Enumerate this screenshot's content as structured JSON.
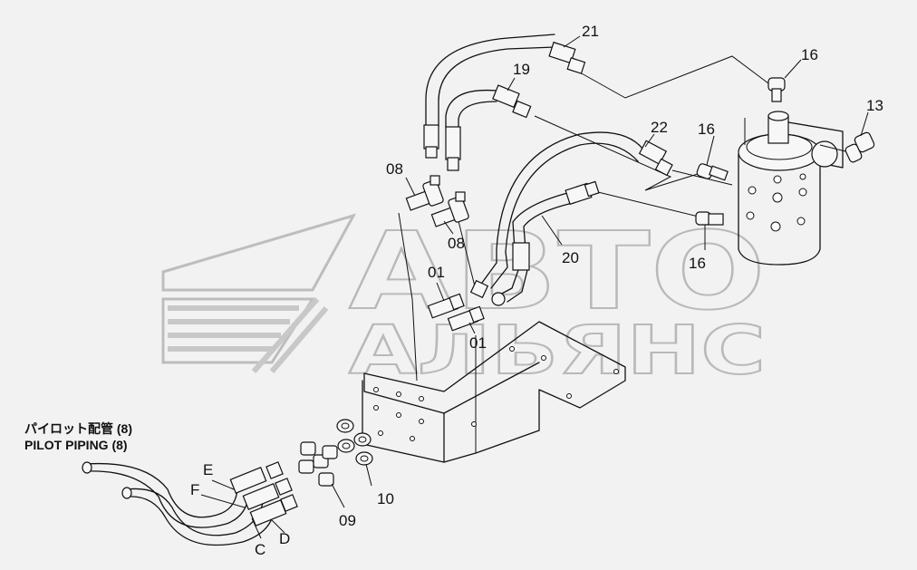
{
  "watermark": {
    "line1": "АВТО",
    "line2": "АЛЬЯНС"
  },
  "note": {
    "jp": "パイロット配管 (8)",
    "en": "PILOT PIPING (8)"
  },
  "labels": {
    "p21": "21",
    "p19": "19",
    "p22": "22",
    "p16a": "16",
    "p16b": "16",
    "p16c": "16",
    "p13": "13",
    "p08a": "08",
    "p08b": "08",
    "p20": "20",
    "p01a": "01",
    "p01b": "01",
    "p10": "10",
    "p09": "09",
    "pE": "E",
    "pF": "F",
    "pC": "C",
    "pD": "D"
  }
}
